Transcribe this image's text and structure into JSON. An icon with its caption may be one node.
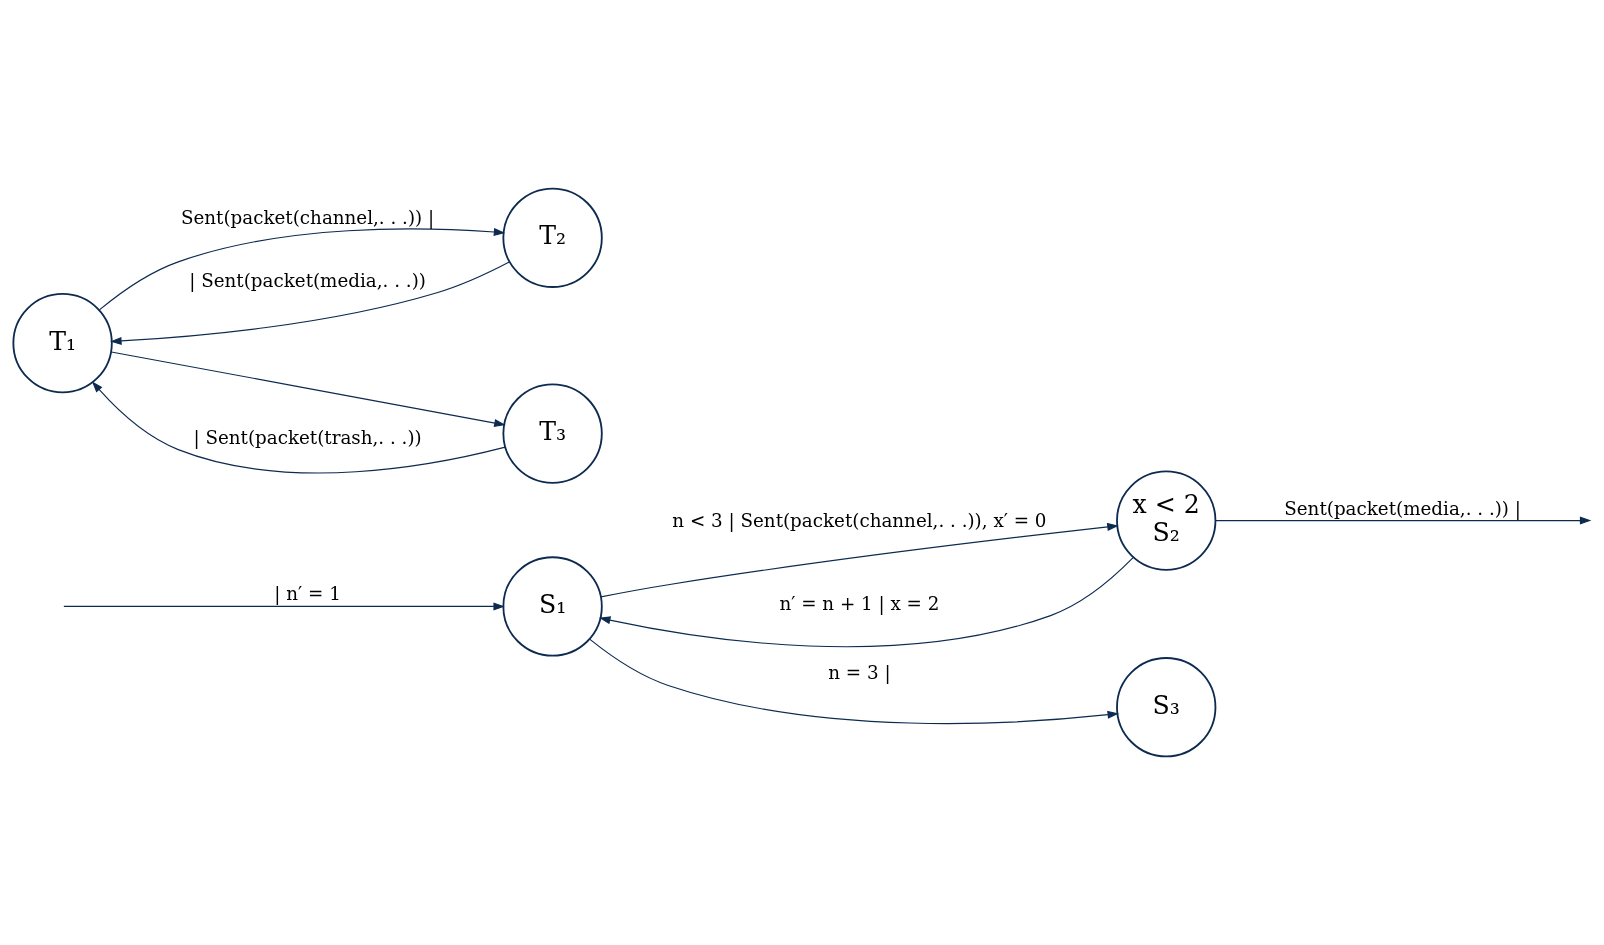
{
  "diagram": {
    "nodes": [
      {
        "text": [
          "S₁"
        ]
      },
      {
        "text": [
          "x < 2",
          "S₂"
        ]
      },
      {
        "text": [
          "S₃"
        ]
      },
      {
        "text": [
          "T₁"
        ]
      },
      {
        "text": [
          "T₂"
        ]
      },
      {
        "text": [
          "T₃"
        ]
      }
    ],
    "edges": [
      {
        "from": null,
        "to": 0,
        "arrow": "to",
        "label": "| n′ = 1"
      },
      {
        "from": 0,
        "to": 1,
        "arrow": "to",
        "label": "n < 3 | Sent(packet(channel,. . .)), x′ = 0"
      },
      {
        "from": 1,
        "to": null,
        "arrow": "to",
        "label": "Sent(packet(media,. . .)) |"
      },
      {
        "from": 1,
        "to": 0,
        "arrow": "to",
        "label": "n′ = n + 1 | x = 2"
      },
      {
        "from": 0,
        "to": 2,
        "arrow": "to",
        "label": "n = 3 |"
      },
      {
        "from": 4,
        "to": 3,
        "arrow": "to",
        "label": "| Sent(packet(media,. . .))"
      },
      {
        "from": 3,
        "to": 4,
        "arrow": "to",
        "label": "Sent(packet(channel,. . .)) |"
      },
      {
        "from": 3,
        "to": 5,
        "arrow": "to"
      },
      {
        "from": 5,
        "to": 3,
        "arrow": "to",
        "label": "| Sent(packet(trash,. . .))"
      }
    ]
  }
}
